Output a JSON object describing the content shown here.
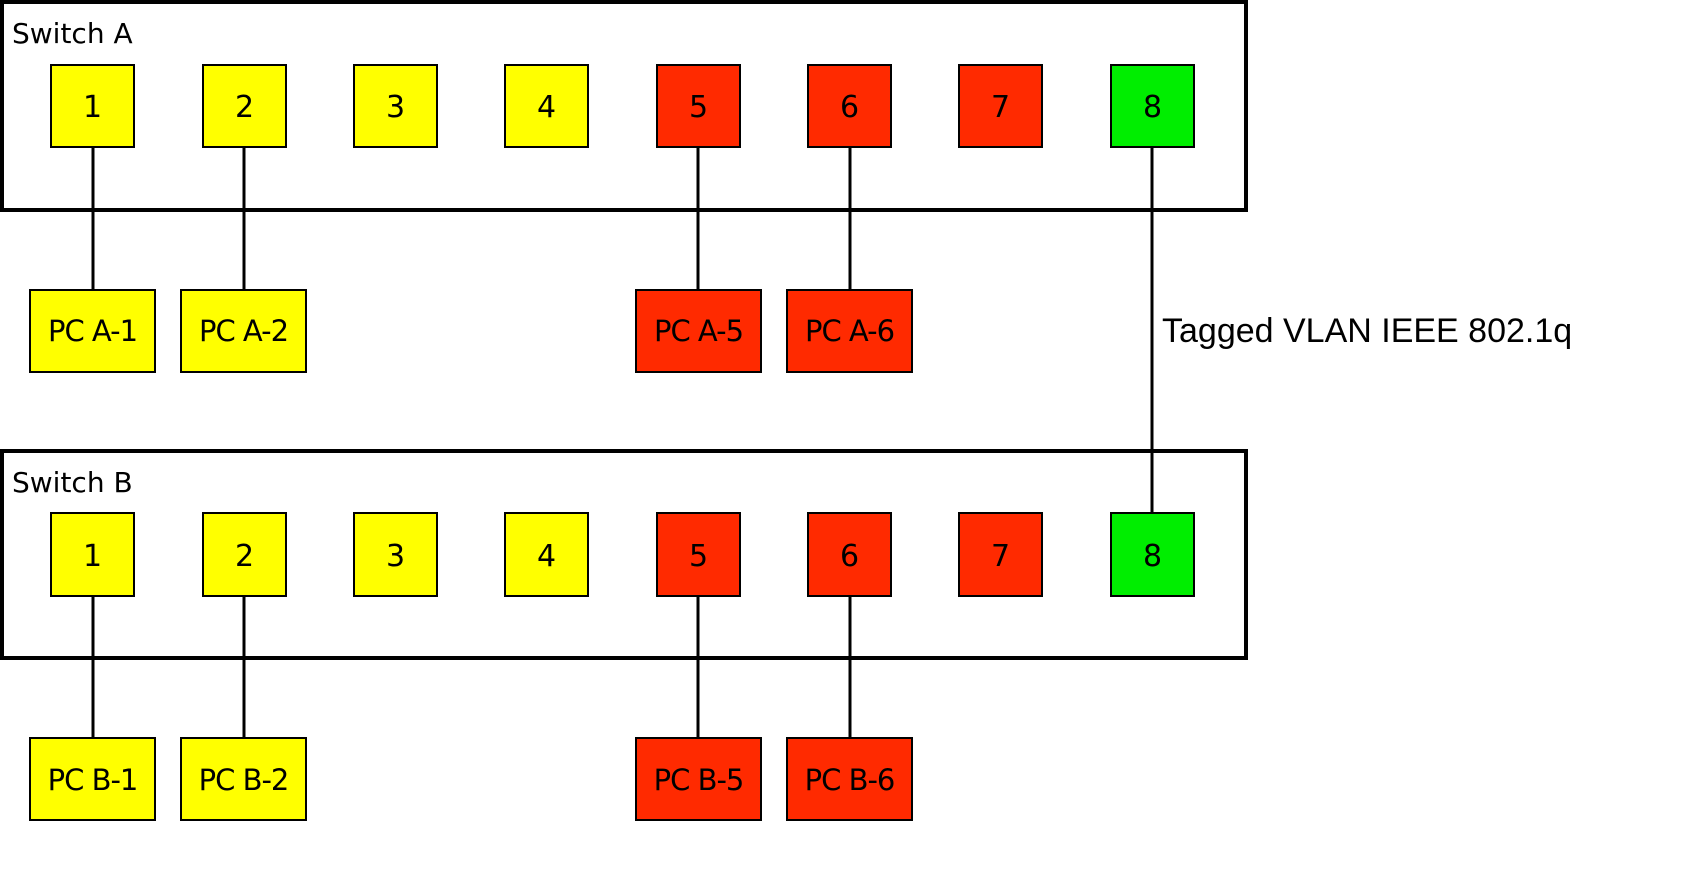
{
  "colors": {
    "vlan_yellow": "#ffff00",
    "vlan_red": "#ff2a00",
    "trunk_green": "#00ee00",
    "line": "#000000"
  },
  "trunk": {
    "label": "Tagged VLAN IEEE 802.1q",
    "from": "Switch A port 8",
    "to": "Switch B port 8"
  },
  "switches": [
    {
      "title": "Switch A",
      "ports": [
        {
          "label": "1",
          "vlan": "yellow"
        },
        {
          "label": "2",
          "vlan": "yellow"
        },
        {
          "label": "3",
          "vlan": "yellow"
        },
        {
          "label": "4",
          "vlan": "yellow"
        },
        {
          "label": "5",
          "vlan": "red"
        },
        {
          "label": "6",
          "vlan": "red"
        },
        {
          "label": "7",
          "vlan": "red"
        },
        {
          "label": "8",
          "vlan": "trunk"
        }
      ],
      "pcs": [
        {
          "label": "PC A-1",
          "port": "1",
          "vlan": "yellow"
        },
        {
          "label": "PC A-2",
          "port": "2",
          "vlan": "yellow"
        },
        {
          "label": "PC A-5",
          "port": "5",
          "vlan": "red"
        },
        {
          "label": "PC A-6",
          "port": "6",
          "vlan": "red"
        }
      ]
    },
    {
      "title": "Switch B",
      "ports": [
        {
          "label": "1",
          "vlan": "yellow"
        },
        {
          "label": "2",
          "vlan": "yellow"
        },
        {
          "label": "3",
          "vlan": "yellow"
        },
        {
          "label": "4",
          "vlan": "yellow"
        },
        {
          "label": "5",
          "vlan": "red"
        },
        {
          "label": "6",
          "vlan": "red"
        },
        {
          "label": "7",
          "vlan": "red"
        },
        {
          "label": "8",
          "vlan": "trunk"
        }
      ],
      "pcs": [
        {
          "label": "PC B-1",
          "port": "1",
          "vlan": "yellow"
        },
        {
          "label": "PC B-2",
          "port": "2",
          "vlan": "yellow"
        },
        {
          "label": "PC B-5",
          "port": "5",
          "vlan": "red"
        },
        {
          "label": "PC B-6",
          "port": "6",
          "vlan": "red"
        }
      ]
    }
  ]
}
